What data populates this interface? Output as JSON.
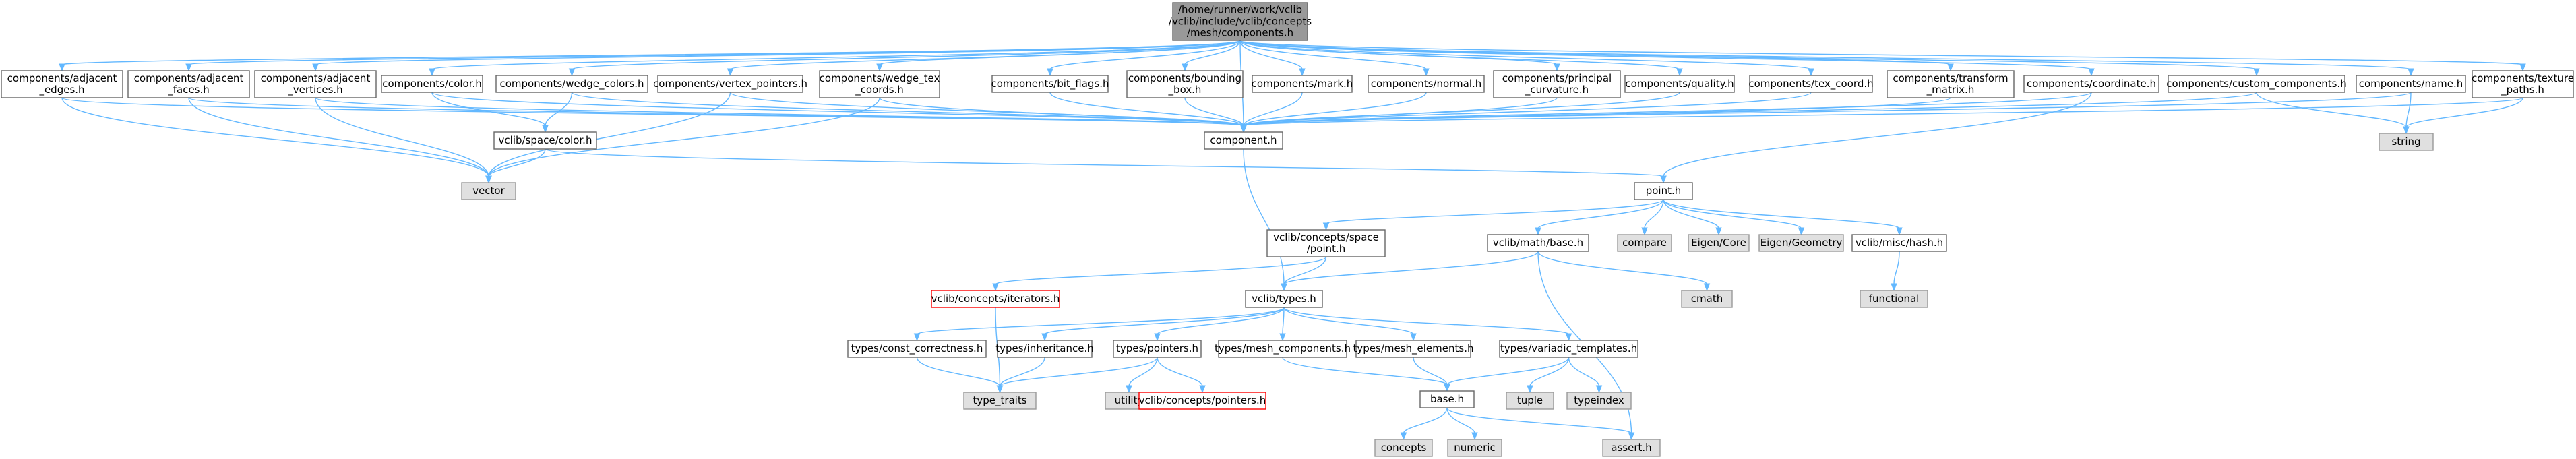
{
  "graph_title": "Include dependency graph for /home/runner/work/vclib/vclib/include/vclib/concepts/mesh/components.h",
  "colors": {
    "edge": "#63b8ff",
    "node_border": "#666666",
    "node_fill": "#ffffff",
    "root_fill": "#999999",
    "root_border": "#666666",
    "system_fill": "#e0e0e0",
    "system_border": "#999999",
    "missing_border": "#ff0000"
  },
  "nodes": [
    {
      "id": "root",
      "lines": [
        "/home/runner/work/vclib",
        "/vclib/include/vclib/concepts",
        "/mesh/components.h"
      ],
      "kind": "root"
    },
    {
      "id": "adj_edges",
      "lines": [
        "components/adjacent",
        "_edges.h"
      ],
      "kind": "normal"
    },
    {
      "id": "adj_faces",
      "lines": [
        "components/adjacent",
        "_faces.h"
      ],
      "kind": "normal"
    },
    {
      "id": "adj_vertices",
      "lines": [
        "components/adjacent",
        "_vertices.h"
      ],
      "kind": "normal"
    },
    {
      "id": "color",
      "lines": [
        "components/color.h"
      ],
      "kind": "normal"
    },
    {
      "id": "wedge_colors",
      "lines": [
        "components/wedge_colors.h"
      ],
      "kind": "normal"
    },
    {
      "id": "vertex_pointers",
      "lines": [
        "components/vertex_pointers.h"
      ],
      "kind": "normal"
    },
    {
      "id": "wedge_tex",
      "lines": [
        "components/wedge_tex",
        "_coords.h"
      ],
      "kind": "normal"
    },
    {
      "id": "bit_flags",
      "lines": [
        "components/bit_flags.h"
      ],
      "kind": "normal"
    },
    {
      "id": "bounding_box",
      "lines": [
        "components/bounding",
        "_box.h"
      ],
      "kind": "normal"
    },
    {
      "id": "mark",
      "lines": [
        "components/mark.h"
      ],
      "kind": "normal"
    },
    {
      "id": "normal",
      "lines": [
        "components/normal.h"
      ],
      "kind": "normal"
    },
    {
      "id": "principal",
      "lines": [
        "components/principal",
        "_curvature.h"
      ],
      "kind": "normal"
    },
    {
      "id": "quality",
      "lines": [
        "components/quality.h"
      ],
      "kind": "normal"
    },
    {
      "id": "tex_coord",
      "lines": [
        "components/tex_coord.h"
      ],
      "kind": "normal"
    },
    {
      "id": "transform",
      "lines": [
        "components/transform",
        "_matrix.h"
      ],
      "kind": "normal"
    },
    {
      "id": "coordinate",
      "lines": [
        "components/coordinate.h"
      ],
      "kind": "normal"
    },
    {
      "id": "custom",
      "lines": [
        "components/custom_components.h"
      ],
      "kind": "normal"
    },
    {
      "id": "name",
      "lines": [
        "components/name.h"
      ],
      "kind": "normal"
    },
    {
      "id": "texture_paths",
      "lines": [
        "components/texture",
        "_paths.h"
      ],
      "kind": "normal"
    },
    {
      "id": "component",
      "lines": [
        "component.h"
      ],
      "kind": "normal"
    },
    {
      "id": "space_color",
      "lines": [
        "vclib/space/color.h"
      ],
      "kind": "normal"
    },
    {
      "id": "vector",
      "lines": [
        "vector"
      ],
      "kind": "system"
    },
    {
      "id": "string",
      "lines": [
        "string"
      ],
      "kind": "system"
    },
    {
      "id": "point",
      "lines": [
        "point.h"
      ],
      "kind": "normal"
    },
    {
      "id": "concepts_space_point",
      "lines": [
        "vclib/concepts/space",
        "/point.h"
      ],
      "kind": "normal"
    },
    {
      "id": "math_base",
      "lines": [
        "vclib/math/base.h"
      ],
      "kind": "normal"
    },
    {
      "id": "compare",
      "lines": [
        "compare"
      ],
      "kind": "system"
    },
    {
      "id": "eigen_core",
      "lines": [
        "Eigen/Core"
      ],
      "kind": "system"
    },
    {
      "id": "eigen_geometry",
      "lines": [
        "Eigen/Geometry"
      ],
      "kind": "system"
    },
    {
      "id": "misc_hash",
      "lines": [
        "vclib/misc/hash.h"
      ],
      "kind": "normal"
    },
    {
      "id": "iterators",
      "lines": [
        "vclib/concepts/iterators.h"
      ],
      "kind": "missing"
    },
    {
      "id": "types",
      "lines": [
        "vclib/types.h"
      ],
      "kind": "normal"
    },
    {
      "id": "cmath",
      "lines": [
        "cmath"
      ],
      "kind": "system"
    },
    {
      "id": "functional",
      "lines": [
        "functional"
      ],
      "kind": "system"
    },
    {
      "id": "const_correctness",
      "lines": [
        "types/const_correctness.h"
      ],
      "kind": "normal"
    },
    {
      "id": "inheritance",
      "lines": [
        "types/inheritance.h"
      ],
      "kind": "normal"
    },
    {
      "id": "pointers",
      "lines": [
        "types/pointers.h"
      ],
      "kind": "normal"
    },
    {
      "id": "mesh_components",
      "lines": [
        "types/mesh_components.h"
      ],
      "kind": "normal"
    },
    {
      "id": "mesh_elements",
      "lines": [
        "types/mesh_elements.h"
      ],
      "kind": "normal"
    },
    {
      "id": "variadic",
      "lines": [
        "types/variadic_templates.h"
      ],
      "kind": "normal"
    },
    {
      "id": "type_traits",
      "lines": [
        "type_traits"
      ],
      "kind": "system"
    },
    {
      "id": "utility",
      "lines": [
        "utility"
      ],
      "kind": "system"
    },
    {
      "id": "concepts_pointers",
      "lines": [
        "vclib/concepts/pointers.h"
      ],
      "kind": "missing"
    },
    {
      "id": "base",
      "lines": [
        "base.h"
      ],
      "kind": "normal"
    },
    {
      "id": "tuple",
      "lines": [
        "tuple"
      ],
      "kind": "system"
    },
    {
      "id": "typeindex",
      "lines": [
        "typeindex"
      ],
      "kind": "system"
    },
    {
      "id": "concepts",
      "lines": [
        "concepts"
      ],
      "kind": "system"
    },
    {
      "id": "numeric",
      "lines": [
        "numeric"
      ],
      "kind": "system"
    },
    {
      "id": "assert",
      "lines": [
        "assert.h"
      ],
      "kind": "system"
    }
  ],
  "edges": [
    [
      "root",
      "adj_edges"
    ],
    [
      "root",
      "adj_faces"
    ],
    [
      "root",
      "adj_vertices"
    ],
    [
      "root",
      "color"
    ],
    [
      "root",
      "wedge_colors"
    ],
    [
      "root",
      "vertex_pointers"
    ],
    [
      "root",
      "wedge_tex"
    ],
    [
      "root",
      "bit_flags"
    ],
    [
      "root",
      "bounding_box"
    ],
    [
      "root",
      "mark"
    ],
    [
      "root",
      "normal"
    ],
    [
      "root",
      "principal"
    ],
    [
      "root",
      "quality"
    ],
    [
      "root",
      "tex_coord"
    ],
    [
      "root",
      "transform"
    ],
    [
      "root",
      "coordinate"
    ],
    [
      "root",
      "custom"
    ],
    [
      "root",
      "name"
    ],
    [
      "root",
      "texture_paths"
    ],
    [
      "root",
      "component"
    ],
    [
      "adj_edges",
      "component"
    ],
    [
      "adj_edges",
      "vector"
    ],
    [
      "adj_faces",
      "component"
    ],
    [
      "adj_faces",
      "vector"
    ],
    [
      "adj_vertices",
      "component"
    ],
    [
      "adj_vertices",
      "vector"
    ],
    [
      "color",
      "component"
    ],
    [
      "color",
      "space_color"
    ],
    [
      "wedge_colors",
      "component"
    ],
    [
      "wedge_colors",
      "space_color"
    ],
    [
      "vertex_pointers",
      "component"
    ],
    [
      "vertex_pointers",
      "vector"
    ],
    [
      "wedge_tex",
      "component"
    ],
    [
      "wedge_tex",
      "vector"
    ],
    [
      "bit_flags",
      "component"
    ],
    [
      "bounding_box",
      "component"
    ],
    [
      "mark",
      "component"
    ],
    [
      "normal",
      "component"
    ],
    [
      "principal",
      "component"
    ],
    [
      "quality",
      "component"
    ],
    [
      "tex_coord",
      "component"
    ],
    [
      "transform",
      "component"
    ],
    [
      "coordinate",
      "component"
    ],
    [
      "coordinate",
      "point"
    ],
    [
      "custom",
      "component"
    ],
    [
      "custom",
      "string"
    ],
    [
      "name",
      "component"
    ],
    [
      "name",
      "string"
    ],
    [
      "texture_paths",
      "component"
    ],
    [
      "texture_paths",
      "string"
    ],
    [
      "space_color",
      "point"
    ],
    [
      "space_color",
      "vector"
    ],
    [
      "component",
      "types"
    ],
    [
      "point",
      "concepts_space_point"
    ],
    [
      "point",
      "math_base"
    ],
    [
      "point",
      "compare"
    ],
    [
      "point",
      "eigen_core"
    ],
    [
      "point",
      "eigen_geometry"
    ],
    [
      "point",
      "misc_hash"
    ],
    [
      "concepts_space_point",
      "iterators"
    ],
    [
      "concepts_space_point",
      "types"
    ],
    [
      "math_base",
      "types"
    ],
    [
      "math_base",
      "cmath"
    ],
    [
      "math_base",
      "assert"
    ],
    [
      "misc_hash",
      "functional"
    ],
    [
      "iterators",
      "type_traits"
    ],
    [
      "types",
      "const_correctness"
    ],
    [
      "types",
      "inheritance"
    ],
    [
      "types",
      "pointers"
    ],
    [
      "types",
      "mesh_components"
    ],
    [
      "types",
      "mesh_elements"
    ],
    [
      "types",
      "variadic"
    ],
    [
      "const_correctness",
      "type_traits"
    ],
    [
      "inheritance",
      "type_traits"
    ],
    [
      "pointers",
      "type_traits"
    ],
    [
      "pointers",
      "utility"
    ],
    [
      "pointers",
      "concepts_pointers"
    ],
    [
      "mesh_components",
      "base"
    ],
    [
      "mesh_elements",
      "base"
    ],
    [
      "variadic",
      "base"
    ],
    [
      "variadic",
      "tuple"
    ],
    [
      "variadic",
      "typeindex"
    ],
    [
      "base",
      "concepts"
    ],
    [
      "base",
      "numeric"
    ],
    [
      "base",
      "assert"
    ]
  ]
}
